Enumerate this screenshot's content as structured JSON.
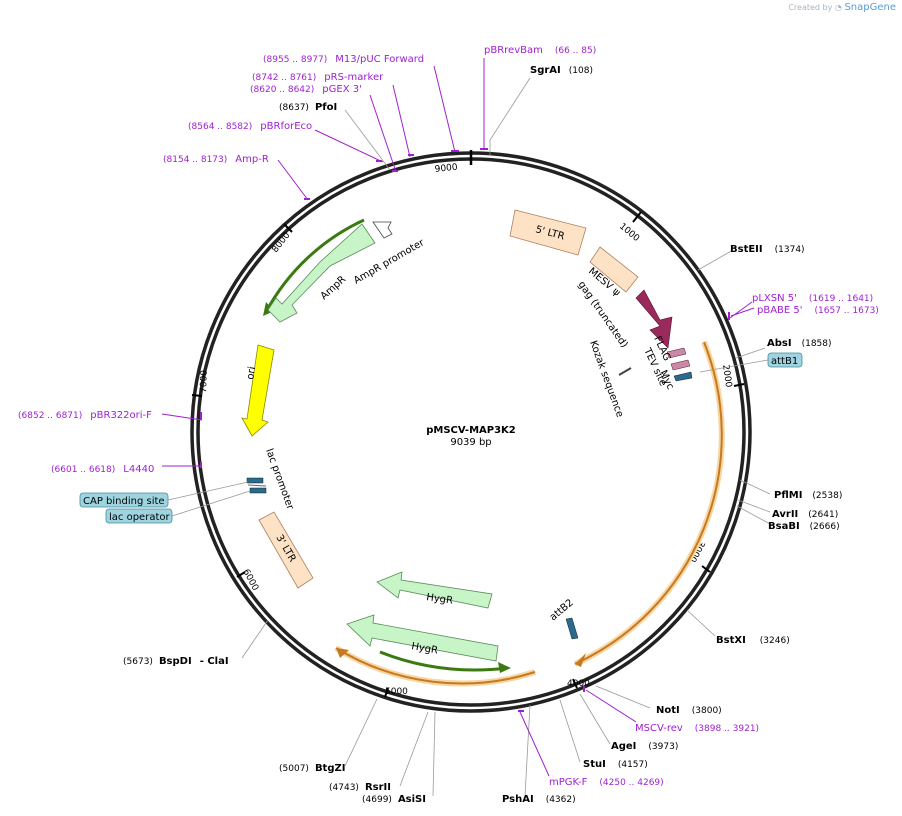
{
  "credit": {
    "prefix": "Created by",
    "brand": "SnapGene"
  },
  "plasmid": {
    "name": "pMSCV-MAP3K2",
    "size_label": "9039 bp"
  },
  "ticks": [
    "1000",
    "2000",
    "3000",
    "4000",
    "5000",
    "6000",
    "7000",
    "8000",
    "9000"
  ],
  "enzymes": [
    {
      "name": "SgrAI",
      "pos": "(108)"
    },
    {
      "name": "BstEII",
      "pos": "(1374)"
    },
    {
      "name": "AbsI",
      "pos": "(1858)"
    },
    {
      "name": "PflMI",
      "pos": "(2538)"
    },
    {
      "name": "AvrII",
      "pos": "(2641)"
    },
    {
      "name": "BsaBI",
      "pos": "(2666)"
    },
    {
      "name": "BstXI",
      "pos": "(3246)"
    },
    {
      "name": "NotI",
      "pos": "(3800)"
    },
    {
      "name": "AgeI",
      "pos": "(3973)"
    },
    {
      "name": "StuI",
      "pos": "(4157)"
    },
    {
      "name": "PshAI",
      "pos": "(4362)"
    },
    {
      "name": "AsiSI",
      "pos": "(4699)"
    },
    {
      "name": "RsrII",
      "pos": "(4743)"
    },
    {
      "name": "BtgZI",
      "pos": "(5007)"
    },
    {
      "name": "BspDI",
      "pos": "(5673)",
      "extra": "- ClaI"
    },
    {
      "name": "PfoI",
      "pos": "(8637)"
    }
  ],
  "primers": [
    {
      "name": "pBRrevBam",
      "pos": "(66 .. 85)"
    },
    {
      "name": "M13/pUC Forward",
      "pos": "(8955 .. 8977)"
    },
    {
      "name": "pRS-marker",
      "pos": "(8742 .. 8761)"
    },
    {
      "name": "pGEX 3'",
      "pos": "(8620 .. 8642)"
    },
    {
      "name": "pBRforEco",
      "pos": "(8564 .. 8582)"
    },
    {
      "name": "Amp-R",
      "pos": "(8154 .. 8173)"
    },
    {
      "name": "pLXSN 5'",
      "pos": "(1619 .. 1641)"
    },
    {
      "name": "pBABE 5'",
      "pos": "(1657 .. 1673)"
    },
    {
      "name": "pBR322ori-F",
      "pos": "(6852 .. 6871)"
    },
    {
      "name": "L4440",
      "pos": "(6601 .. 6618)"
    },
    {
      "name": "MSCV-rev",
      "pos": "(3898 .. 3921)"
    },
    {
      "name": "mPGK-F",
      "pos": "(4250 .. 4269)"
    }
  ],
  "boxed_features": [
    "attB1",
    "CAP binding site",
    "lac operator"
  ],
  "features": {
    "ltr5": "5' LTR",
    "mesv": "MESV ψ",
    "gag": "gag (truncated)",
    "flag": "FLAG",
    "myc": "Myc",
    "tev": "TEV site",
    "kozak": "Kozak sequence",
    "ampr": "AmpR",
    "ampr_promoter": "AmpR promoter",
    "ori": "ori",
    "lac_promoter": "lac promoter",
    "ltr3": "3' LTR",
    "hygr1": "HygR",
    "hygr2": "HygR",
    "attb2": "attB2"
  },
  "colors": {
    "ltr": "#fde2c6",
    "ltr_stroke": "#d7a37a",
    "resistance": "#c8f5c8",
    "resistance_stroke": "#5a8a5a",
    "ori": "#ffff00",
    "gene": "#9b2a5c",
    "primer": "#a020d0",
    "orf_orange": "#c8781e",
    "orf_green": "#3a7a10",
    "box": "#9ed4e0"
  }
}
